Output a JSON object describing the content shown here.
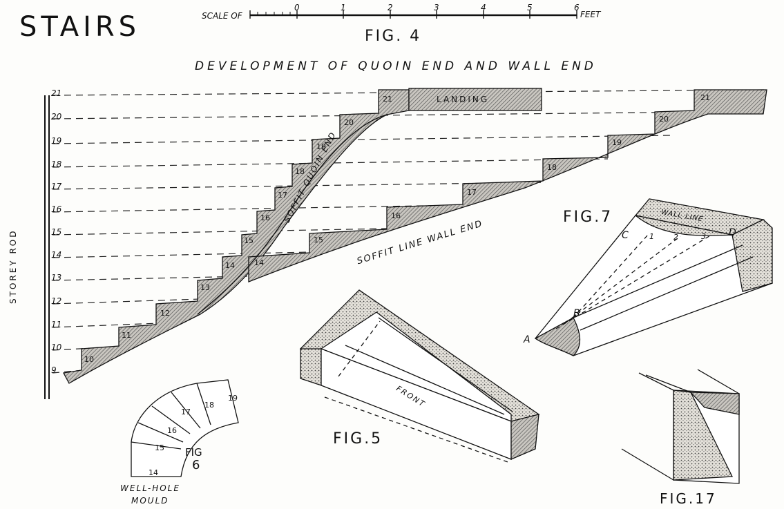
{
  "title": "STAIRS",
  "scale": {
    "prefix": "SCALE OF",
    "unit": "FEET",
    "ticks": [
      "0",
      "1",
      "2",
      "3",
      "4",
      "5",
      "6"
    ]
  },
  "fig4": {
    "label": "FIG. 4",
    "heading": "DEVELOPMENT OF QUOIN END AND WALL END"
  },
  "storey_rod": {
    "label": "STOREY ROD",
    "numbers": [
      "21",
      "20",
      "19",
      "18",
      "17",
      "16",
      "15",
      "14",
      "13",
      "12",
      "11",
      "10",
      "9"
    ]
  },
  "labels": {
    "landing": "LANDING",
    "soffit_quoin": "SOFFIT QUOIN END",
    "soffit_wall": "SOFFIT LINE WALL END",
    "front": "FRONT",
    "wall_line": "WALL LINE"
  },
  "quoin_steps": [
    "10",
    "11",
    "12",
    "13",
    "14",
    "15",
    "16",
    "17",
    "18",
    "19",
    "20",
    "21"
  ],
  "wall_steps": [
    "14",
    "15",
    "16",
    "17",
    "18",
    "19",
    "20",
    "21"
  ],
  "fig5": {
    "label": "FIG.5"
  },
  "fig6": {
    "label_a": "FIG",
    "label_b": "6",
    "caption_a": "WELL-HOLE",
    "caption_b": "MOULD",
    "segments": [
      "14",
      "15",
      "16",
      "17",
      "18",
      "19"
    ]
  },
  "fig7": {
    "label": "FIG.7",
    "points": [
      "A",
      "B",
      "C",
      "D"
    ],
    "small": [
      "1",
      "2",
      "3"
    ]
  },
  "fig17": {
    "label": "FIG.17"
  }
}
